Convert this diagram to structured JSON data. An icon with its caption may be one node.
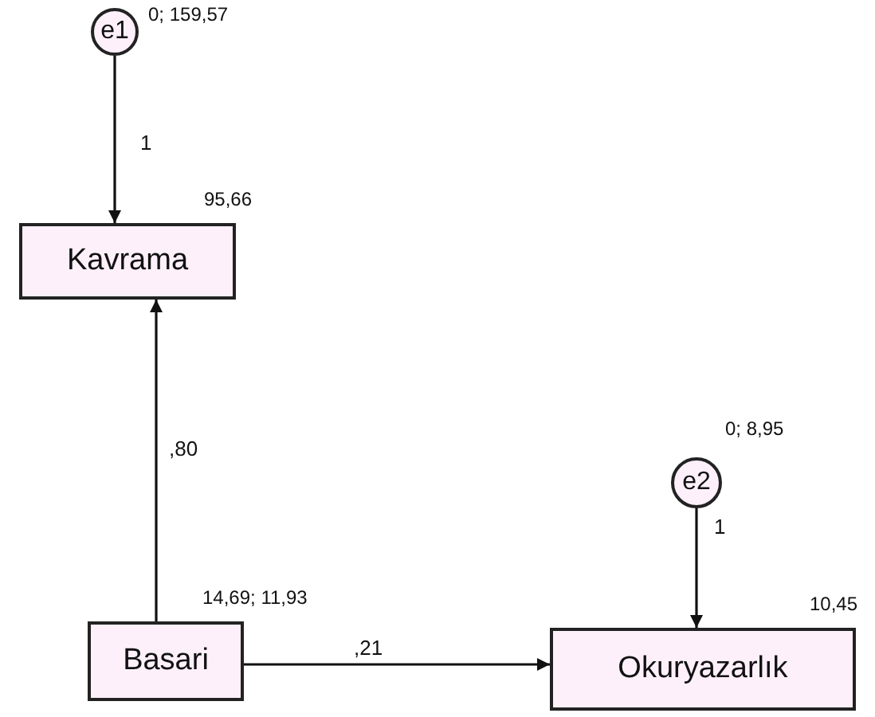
{
  "diagram": {
    "nodes": [
      {
        "text": [
          "e1"
        ],
        "beside": [
          "0; 159,57"
        ]
      },
      {
        "text": [
          "Kavrama"
        ],
        "beside": [
          "95,66"
        ]
      },
      {
        "text": [
          "e2"
        ],
        "beside": [
          "0; 8,95"
        ]
      },
      {
        "text": [
          "Basari"
        ],
        "beside": [
          "14,69; 11,93"
        ]
      },
      {
        "text": [
          "Okuryazarlık"
        ],
        "beside": [
          "10,45"
        ]
      }
    ],
    "edges": [
      {
        "from": 0,
        "to": 1,
        "arrow": "to",
        "label": "1"
      },
      {
        "from": 3,
        "to": 1,
        "arrow": "to",
        "label": ",80"
      },
      {
        "from": 2,
        "to": 4,
        "arrow": "to",
        "label": "1"
      },
      {
        "from": 3,
        "to": 4,
        "arrow": "to",
        "label": ",21"
      }
    ]
  }
}
